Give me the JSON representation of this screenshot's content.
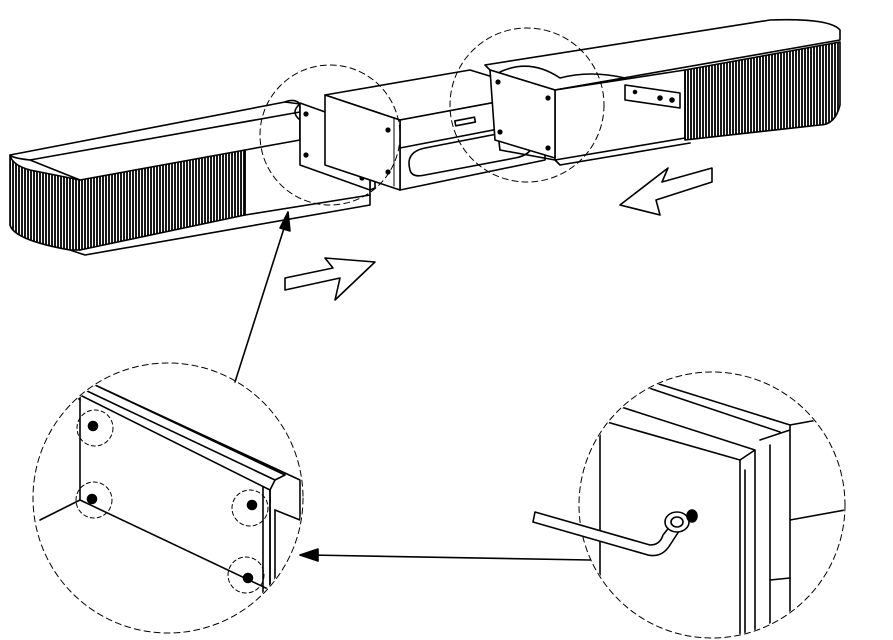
{
  "diagram": {
    "kind": "assembly-illustration",
    "colors": {
      "line": "#000000",
      "background": "#ffffff",
      "rib": "#1a1a1a"
    },
    "icons": [
      "arrow-right-hollow",
      "arrow-left-hollow",
      "hex-key"
    ]
  }
}
